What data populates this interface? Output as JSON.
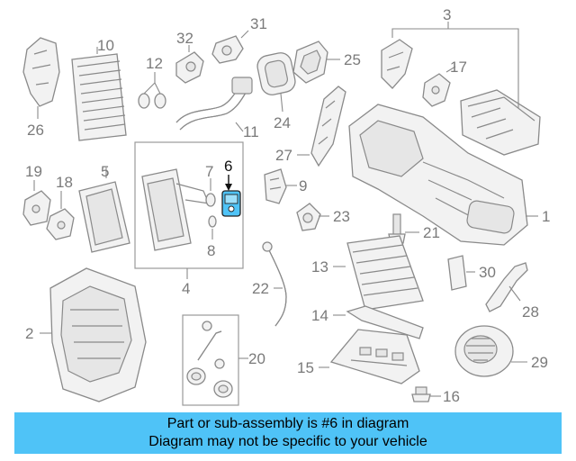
{
  "diagram": {
    "callouts": [
      "1",
      "2",
      "3",
      "4",
      "5",
      "6",
      "7",
      "8",
      "9",
      "10",
      "11",
      "12",
      "13",
      "14",
      "15",
      "16",
      "17",
      "18",
      "19",
      "20",
      "21",
      "22",
      "23",
      "24",
      "25",
      "26",
      "27",
      "28",
      "29",
      "30",
      "31",
      "32"
    ],
    "highlight_part": "6",
    "highlight_color": "#4fc3f7"
  },
  "caption": {
    "line1": "Part or sub-assembly is #6 in diagram",
    "line2": "Diagram may not be specific to your vehicle",
    "background": "#4fc3f7"
  }
}
